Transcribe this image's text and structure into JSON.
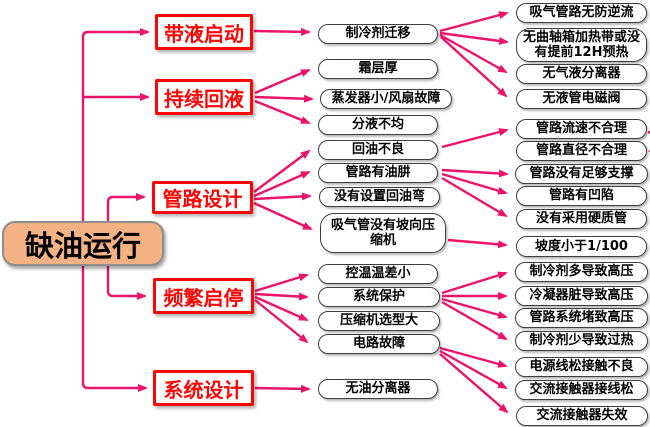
{
  "colors": {
    "connector": "#EC136B",
    "level1_border": "#FE0505",
    "level1_text": "#FE0505",
    "root_fill": "#F4B183",
    "node_border": "#3E3E3E",
    "node_text": "#000000",
    "background": "#FFFFFF"
  },
  "root": {
    "label": "缺油运行"
  },
  "branches": [
    {
      "label": "带液启动"
    },
    {
      "label": "持续回液"
    },
    {
      "label": "管路设计"
    },
    {
      "label": "频繁启停"
    },
    {
      "label": "系统设计"
    }
  ],
  "causes": [
    {
      "label": "制冷剂迁移"
    },
    {
      "label": "霜层厚"
    },
    {
      "label": "蒸发器小/风扇故障"
    },
    {
      "label": "分液不均"
    },
    {
      "label": "回油不良"
    },
    {
      "label": "管路有油肼"
    },
    {
      "label": "没有设置回油弯"
    },
    {
      "label": "吸气管没有坡向压缩机"
    },
    {
      "label": "控温温差小"
    },
    {
      "label": "系统保护"
    },
    {
      "label": "压缩机选型大"
    },
    {
      "label": "电路故障"
    },
    {
      "label": "无油分离器"
    }
  ],
  "details": [
    {
      "label": "吸气管路无防逆流"
    },
    {
      "label": "无曲轴箱加热带或没有提前12H预热"
    },
    {
      "label": "无气液分离器"
    },
    {
      "label": "无液管电磁阀"
    },
    {
      "label": "管路流速不合理"
    },
    {
      "label": "管路直径不合理"
    },
    {
      "label": "管路没有足够支撑"
    },
    {
      "label": "管路有凹陷"
    },
    {
      "label": "没有采用硬质管"
    },
    {
      "label": "坡度小于1/100"
    },
    {
      "label": "制冷剂多导致高压"
    },
    {
      "label": "冷凝器脏导致高压"
    },
    {
      "label": "管路系统堵致高压"
    },
    {
      "label": "制冷剂少导致过热"
    },
    {
      "label": "电源线松接触不良"
    },
    {
      "label": "交流接触器接线松"
    },
    {
      "label": "交流接触器失效"
    }
  ],
  "edges": [
    {
      "from": "缺油运行",
      "to": "带液启动"
    },
    {
      "from": "缺油运行",
      "to": "持续回液"
    },
    {
      "from": "缺油运行",
      "to": "管路设计"
    },
    {
      "from": "缺油运行",
      "to": "频繁启停"
    },
    {
      "from": "缺油运行",
      "to": "系统设计"
    },
    {
      "from": "带液启动",
      "to": "制冷剂迁移"
    },
    {
      "from": "持续回液",
      "to": "霜层厚"
    },
    {
      "from": "持续回液",
      "to": "蒸发器小/风扇故障"
    },
    {
      "from": "持续回液",
      "to": "分液不均"
    },
    {
      "from": "管路设计",
      "to": "回油不良"
    },
    {
      "from": "管路设计",
      "to": "管路有油肼"
    },
    {
      "from": "管路设计",
      "to": "没有设置回油弯"
    },
    {
      "from": "管路设计",
      "to": "吸气管没有坡向压缩机"
    },
    {
      "from": "频繁启停",
      "to": "控温温差小"
    },
    {
      "from": "频繁启停",
      "to": "系统保护"
    },
    {
      "from": "频繁启停",
      "to": "压缩机选型大"
    },
    {
      "from": "频繁启停",
      "to": "电路故障"
    },
    {
      "from": "系统设计",
      "to": "无油分离器"
    },
    {
      "from": "制冷剂迁移",
      "to": "吸气管路无防逆流"
    },
    {
      "from": "制冷剂迁移",
      "to": "无曲轴箱加热带或没有提前12H预热"
    },
    {
      "from": "制冷剂迁移",
      "to": "无气液分离器"
    },
    {
      "from": "制冷剂迁移",
      "to": "无液管电磁阀"
    },
    {
      "from": "回油不良",
      "to": "管路流速不合理"
    },
    {
      "from": "管路流速不合理",
      "to": "管路直径不合理"
    },
    {
      "from": "管路有油肼",
      "to": "管路没有足够支撑"
    },
    {
      "from": "管路有油肼",
      "to": "管路有凹陷"
    },
    {
      "from": "管路有油肼",
      "to": "没有采用硬质管"
    },
    {
      "from": "吸气管没有坡向压缩机",
      "to": "坡度小于1/100"
    },
    {
      "from": "系统保护",
      "to": "制冷剂多导致高压"
    },
    {
      "from": "系统保护",
      "to": "冷凝器脏导致高压"
    },
    {
      "from": "系统保护",
      "to": "管路系统堵致高压"
    },
    {
      "from": "系统保护",
      "to": "制冷剂少导致过热"
    },
    {
      "from": "电路故障",
      "to": "电源线松接触不良"
    },
    {
      "from": "电路故障",
      "to": "交流接触器接线松"
    },
    {
      "from": "电路故障",
      "to": "交流接触器失效"
    }
  ]
}
